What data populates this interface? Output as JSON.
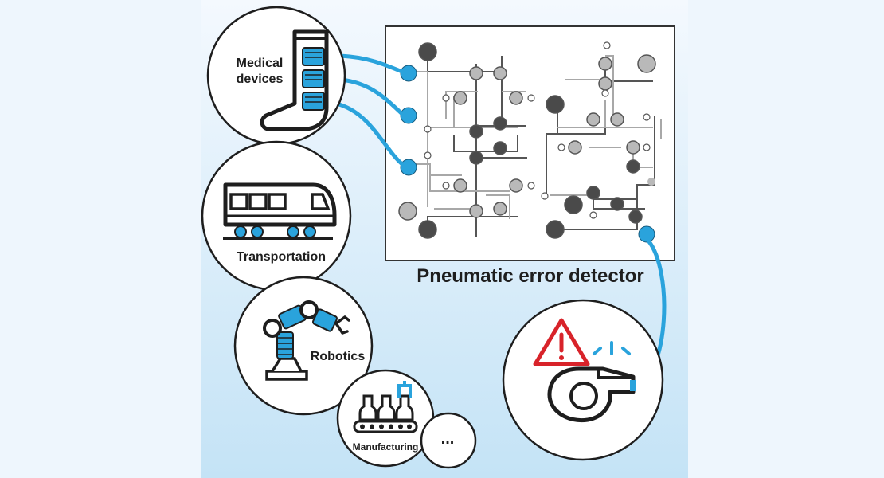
{
  "labels": {
    "medical_line1": "Medical",
    "medical_line2": "devices",
    "transportation": "Transportation",
    "robotics": "Robotics",
    "manufacturing": "Manufacturing",
    "more": "...",
    "detector": "Pneumatic error detector"
  },
  "colors": {
    "accent": "#2aa3dc",
    "warning": "#d8232a",
    "ink": "#1e1e1e",
    "node_dark": "#4a4a4a",
    "node_light": "#b9b9b9"
  },
  "icons": {
    "medical": "sock-with-actuators-icon",
    "transportation": "train-icon",
    "robotics": "robot-arm-icon",
    "manufacturing": "conveyor-bottles-icon",
    "warning": "warning-triangle-icon",
    "alarm": "whistle-icon"
  }
}
